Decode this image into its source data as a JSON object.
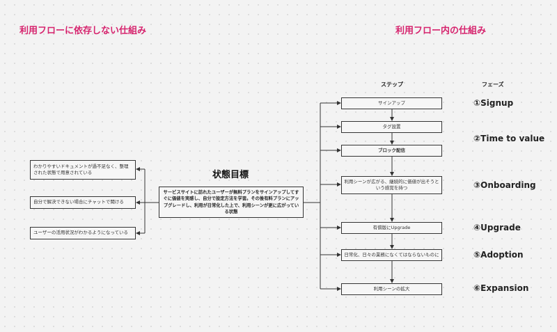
{
  "headings": {
    "left": "利用フローに依存しない仕組み",
    "right": "利用フロー内の仕組み"
  },
  "columns": {
    "steps": "ステップ",
    "phases": "フェーズ"
  },
  "goal": {
    "title": "状態目標",
    "text": "サービスサイトに訪れたユーザーが無料プランをサインアップしてすぐに価値を実感し、自分で設定方法を学習。その後有料プランにアップグレードし、利用が日常化した上で、利用シーンが更に広がっている状態"
  },
  "left_boxes": [
    "わかりやすいドキュメントが過不足なく、整理された状態で用意されている",
    "自分で解決できない場合にチャットで聞ける",
    "ユーザーの活用状況がわかるようになっている"
  ],
  "steps": [
    "サインアップ",
    "タグ設置",
    "ブロック配信",
    "利用シーンが広がる、継続的に価値が出そうという感覚を持つ",
    "有償版にUpgrade",
    "日常化、日々の業務になくてはならないものに",
    "利用シーンの拡大"
  ],
  "phases": [
    "①Signup",
    "②Time to value",
    "③Onboarding",
    "④Upgrade",
    "⑤Adoption",
    "⑥Expansion"
  ]
}
